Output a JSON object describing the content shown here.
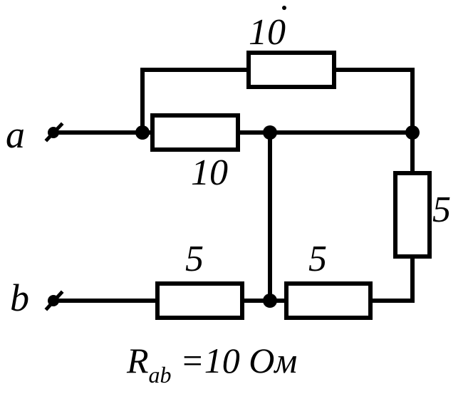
{
  "terminals": {
    "a": "a",
    "b": "b"
  },
  "resistors": {
    "top": "10",
    "upper_middle": "10",
    "right": "5",
    "bottom_left": "5",
    "bottom_right": "5"
  },
  "formula": {
    "symbol": "R",
    "subscript": "ab",
    "rest": " =10 Ом"
  }
}
